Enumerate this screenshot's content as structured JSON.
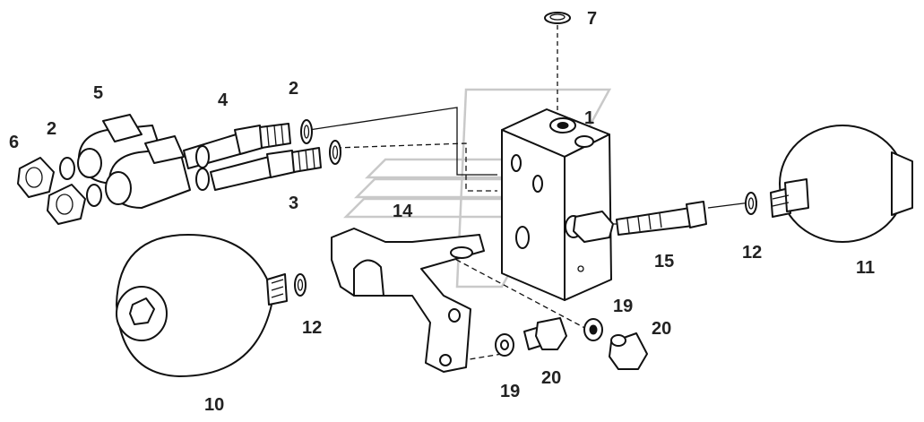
{
  "labels": {
    "p1": "1",
    "p2a": "2",
    "p2b": "2",
    "p3": "3",
    "p4": "4",
    "p5": "5",
    "p6": "6",
    "p7": "7",
    "p10": "10",
    "p11": "11",
    "p12a": "12",
    "p12b": "12",
    "p14": "14",
    "p15": "15",
    "p19a": "19",
    "p19b": "19",
    "p20a": "20",
    "p20b": "20"
  },
  "colors": {
    "line": "#111111",
    "label": "#222222",
    "watermark": "#c9c9c9",
    "background": "#ffffff"
  }
}
